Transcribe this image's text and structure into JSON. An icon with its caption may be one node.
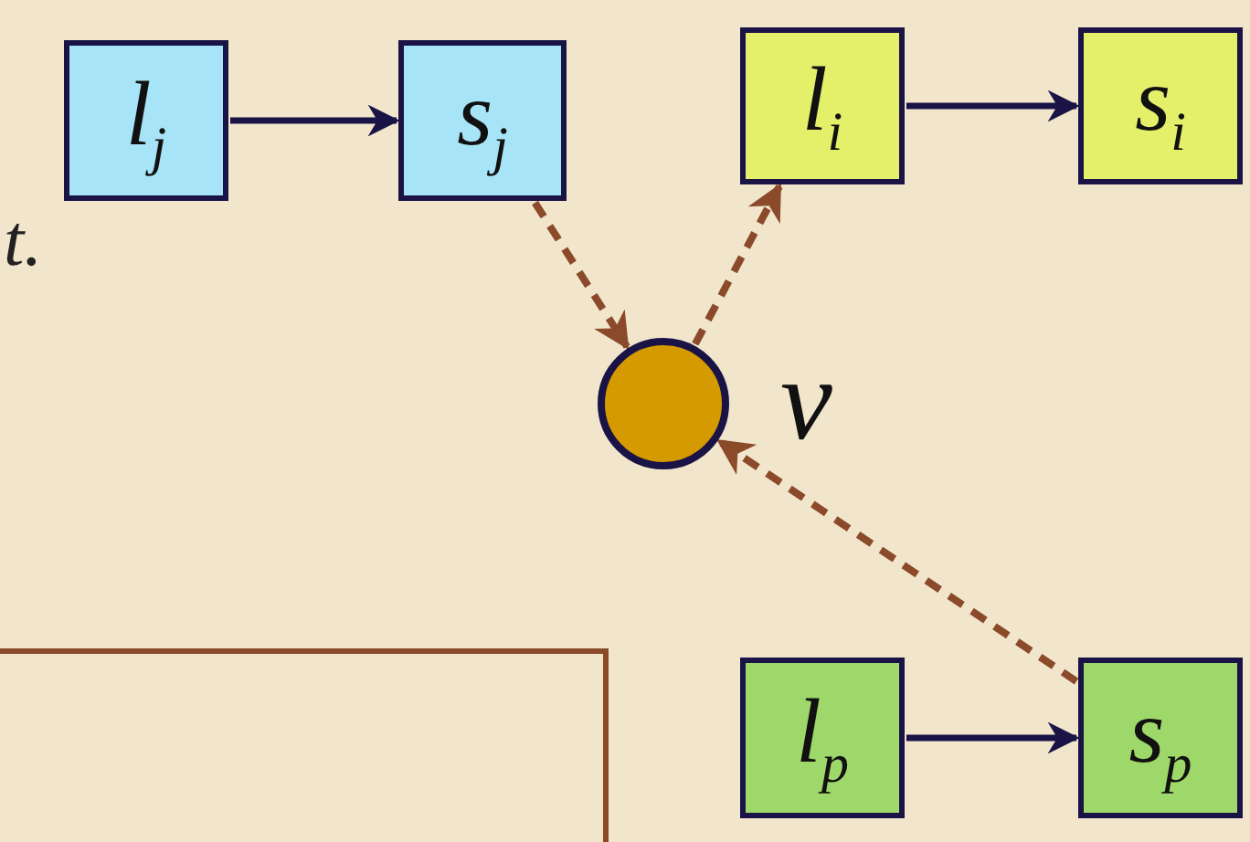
{
  "diagram": {
    "nodes": [
      {
        "text": [
          "l$_{j}$"
        ]
      },
      {
        "text": [
          "s$_{j}$"
        ]
      },
      {
        "text": [
          "l$_{i}$"
        ]
      },
      {
        "text": [
          "s$_{i}$"
        ]
      },
      {
        "text": [],
        "shape": "circle",
        "beside": [
          "v"
        ]
      },
      {
        "text": [
          "l$_{p}$"
        ]
      },
      {
        "text": [
          "s$_{p}$"
        ]
      },
      {
        "text": [],
        "shape": "box"
      }
    ],
    "edges": [
      {
        "from": 0,
        "to": 1,
        "arrow": "to"
      },
      {
        "from": 2,
        "to": 3,
        "arrow": "to"
      },
      {
        "from": 1,
        "to": 4,
        "arrow": "to",
        "style": "dashed",
        "color": "#8b4a2a"
      },
      {
        "from": 4,
        "to": 2,
        "arrow": "to",
        "style": "dashed",
        "color": "#8b4a2a"
      },
      {
        "from": 6,
        "to": 4,
        "arrow": "to",
        "style": "dashed",
        "color": "#8b4a2a"
      },
      {
        "from": 5,
        "to": 6,
        "arrow": "to"
      }
    ],
    "labels": [
      "t."
    ]
  }
}
